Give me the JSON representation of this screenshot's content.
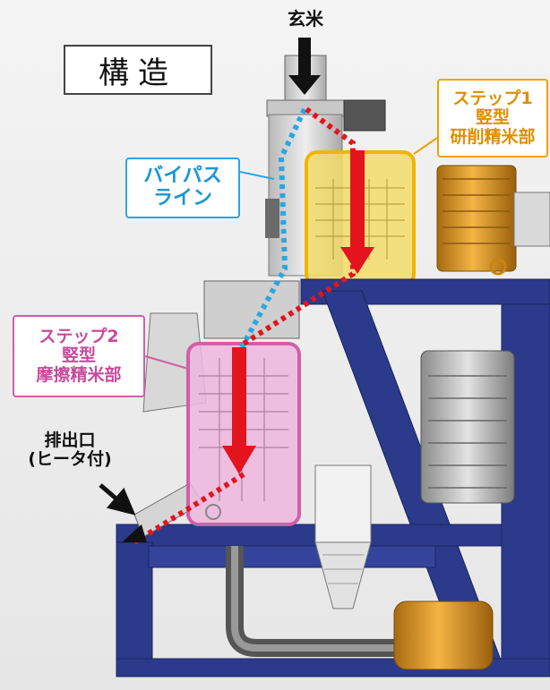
{
  "title": "構造",
  "input_label": "玄米",
  "step1": {
    "line1": "ステップ1",
    "line2": "竪型",
    "line3": "研削精米部",
    "color": "#f0a000"
  },
  "step2": {
    "line1": "ステップ2",
    "line2": "竪型",
    "line3": "摩擦精米部",
    "color": "#d05fa8"
  },
  "bypass": {
    "line1": "バイパス",
    "line2": "ライン",
    "color": "#2aa6e0"
  },
  "outlet": {
    "line1": "排出口",
    "line2": "(ヒータ付)"
  },
  "colors": {
    "frame": "#2b3a8a",
    "flow_arrow": "#e3141d",
    "motor": "#d88f1a"
  }
}
